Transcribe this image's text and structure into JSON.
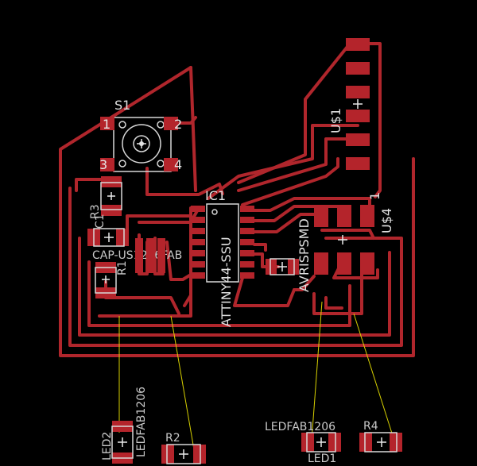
{
  "labels": {
    "s1": "S1",
    "s1_pin1": "1",
    "s1_pin2": "2",
    "s1_pin3": "3",
    "s1_pin4": "4",
    "ic1": "IC1",
    "ic1_value": "ATTINY44-SSU",
    "r3": "R3",
    "c1": "C1",
    "cap": "CAP-US1206FAB",
    "r1": "R1",
    "us1": "U$1",
    "us4": "U$4",
    "us4_pin": "1",
    "avr": "AVRISPSMD",
    "ledfab_left": "LEDFAB1206",
    "led2": "LED2",
    "r2": "R2",
    "ledfab_right": "LEDFAB1206",
    "led1": "LED1",
    "r4": "R4"
  },
  "colors": {
    "background": "#000000",
    "copper": "#b0262c",
    "airwire": "#d7d000",
    "silkscreen": "#d8d8d8"
  }
}
